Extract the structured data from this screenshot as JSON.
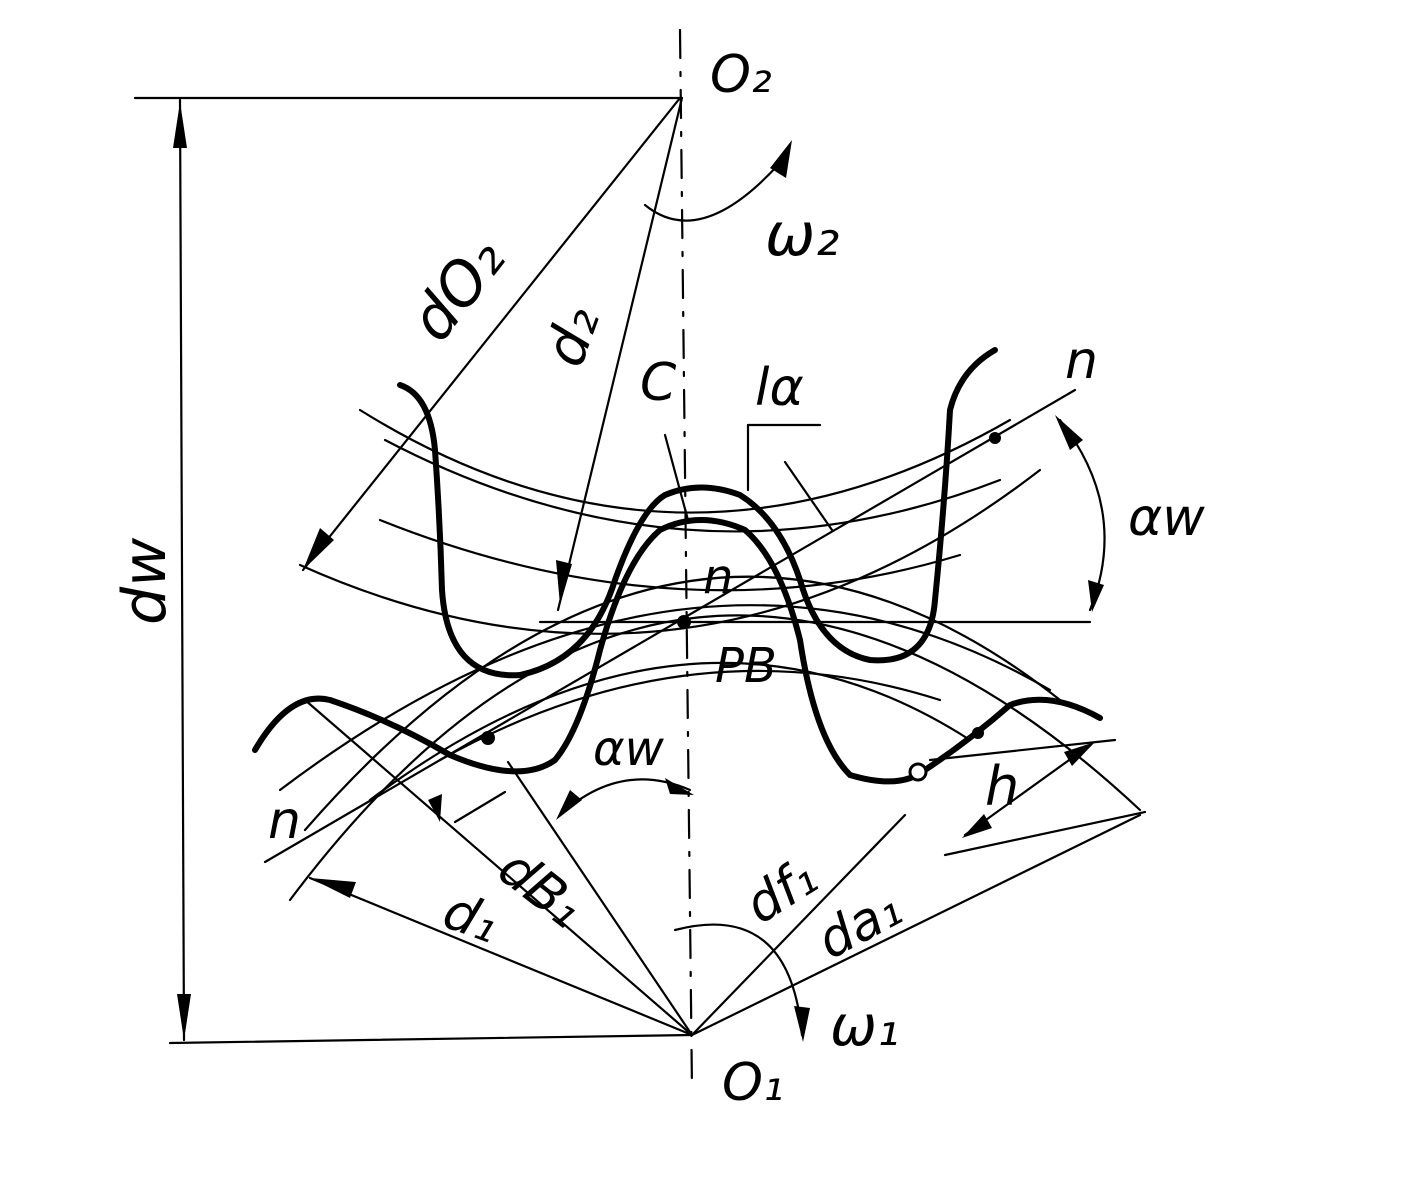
{
  "labels": {
    "o2": "O₂",
    "o1": "O₁",
    "omega2": "ω₂",
    "omega1": "ω₁",
    "do2": "dO₂",
    "d2": "d₂",
    "dw_left": "dw",
    "c": "C",
    "l_alpha": "lα",
    "n_top_right": "n",
    "n_center": "n",
    "n_left": "n",
    "alpha_w_right": "αw",
    "alpha_w_bottom": "αw",
    "p_b": "PB",
    "h": "h",
    "db1": "dB₁",
    "d1": "d₁",
    "df1": "df₁",
    "da1": "da₁"
  },
  "colors": {
    "ink": "#000000",
    "background": "#ffffff"
  }
}
